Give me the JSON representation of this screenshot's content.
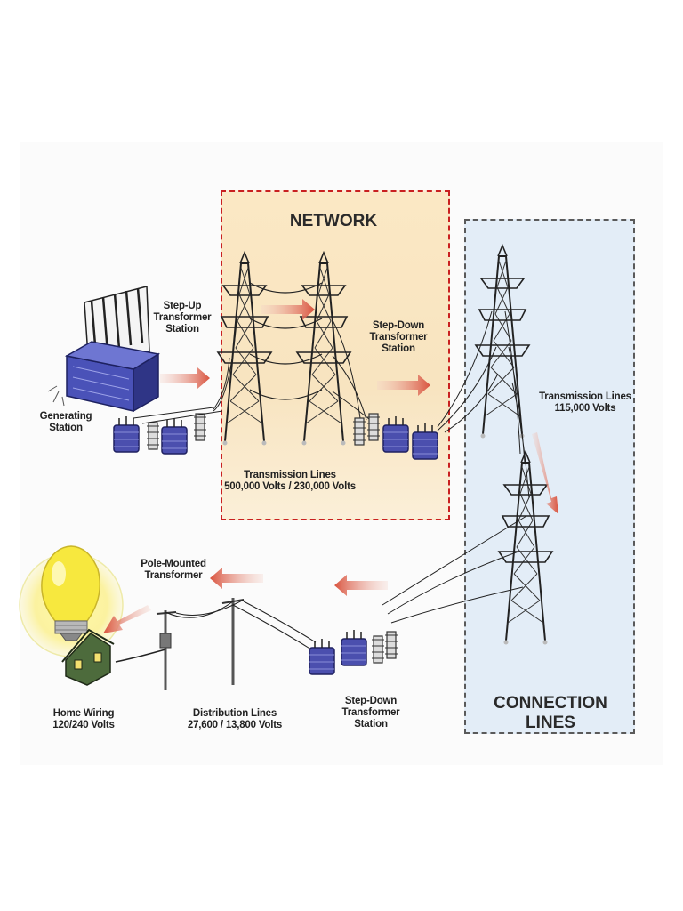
{
  "zones": {
    "network": "NETWORK",
    "connection": "CONNECTION LINES"
  },
  "labels": {
    "generating_station": [
      "Generating",
      "Station"
    ],
    "step_up": [
      "Step-Up",
      "Transformer",
      "Station"
    ],
    "step_down_1": [
      "Step-Down",
      "Transformer",
      "Station"
    ],
    "transmission_500": [
      "Transmission Lines",
      "500,000 Volts / 230,000 Volts"
    ],
    "transmission_115": [
      "Transmission Lines",
      "115,000 Volts"
    ],
    "pole_mounted": [
      "Pole-Mounted",
      "Transformer"
    ],
    "home_wiring": [
      "Home Wiring",
      "120/240 Volts"
    ],
    "distribution": [
      "Distribution Lines",
      "27,600 / 13,800 Volts"
    ],
    "step_down_2": [
      "Step-Down",
      "Transformer",
      "Station"
    ]
  },
  "colors": {
    "network_border": "#c92020",
    "network_fill": "#f8e4c0",
    "connection_border": "#5a5a5a",
    "connection_fill": "#e3edf7",
    "arrow": "#d9533e",
    "transformer": "#4b4fae",
    "building": "#4047a8"
  },
  "icons": [
    "generating-station-icon",
    "transmission-tower-icon",
    "transformer-icon",
    "utility-pole-icon",
    "house-icon",
    "light-bulb-icon",
    "flow-arrow-icon"
  ]
}
